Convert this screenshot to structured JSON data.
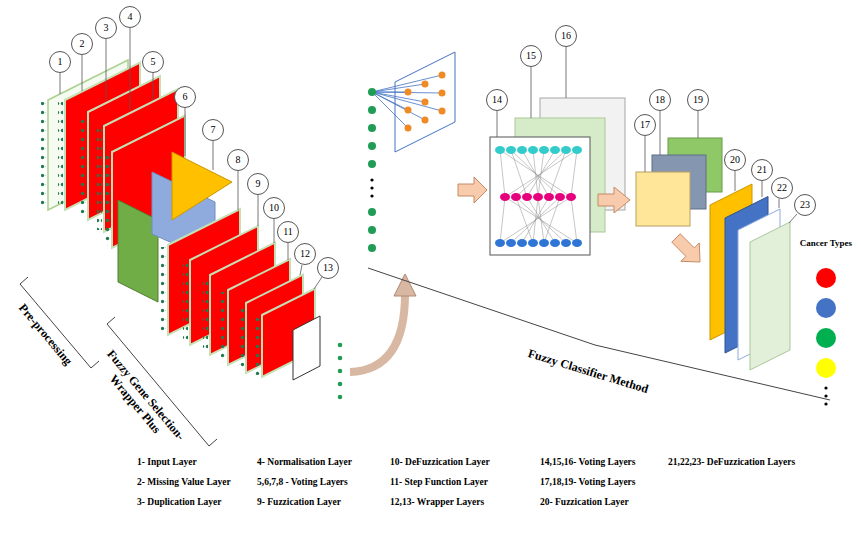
{
  "diagram": {
    "labels": [
      "1",
      "2",
      "3",
      "4",
      "5",
      "6",
      "7",
      "8",
      "9",
      "10",
      "11",
      "12",
      "13",
      "14",
      "15",
      "16",
      "17",
      "18",
      "19",
      "20",
      "21",
      "22",
      "23",
      "Pre-processing",
      "Fuzzy Gene Selection- Wrapper Plus",
      "Fuzzy Classifier Method",
      "Cancer Types",
      "1- Input Layer",
      "2- Missing Value Layer",
      "3- Duplication Layer",
      "4- Normalisation Layer",
      "5,6,7,8 - Voting Layers",
      "9- Fuzzication Layer",
      "10- DeFuzzication Layer",
      "11- Step Function Layer",
      "12,13- Wrapper Layers",
      "14,15,16- Voting Layers",
      "17,18,19- Voting Layers",
      "20- Fuzzication Layer",
      "21,22,23- DeFuzzication Layers"
    ]
  }
}
